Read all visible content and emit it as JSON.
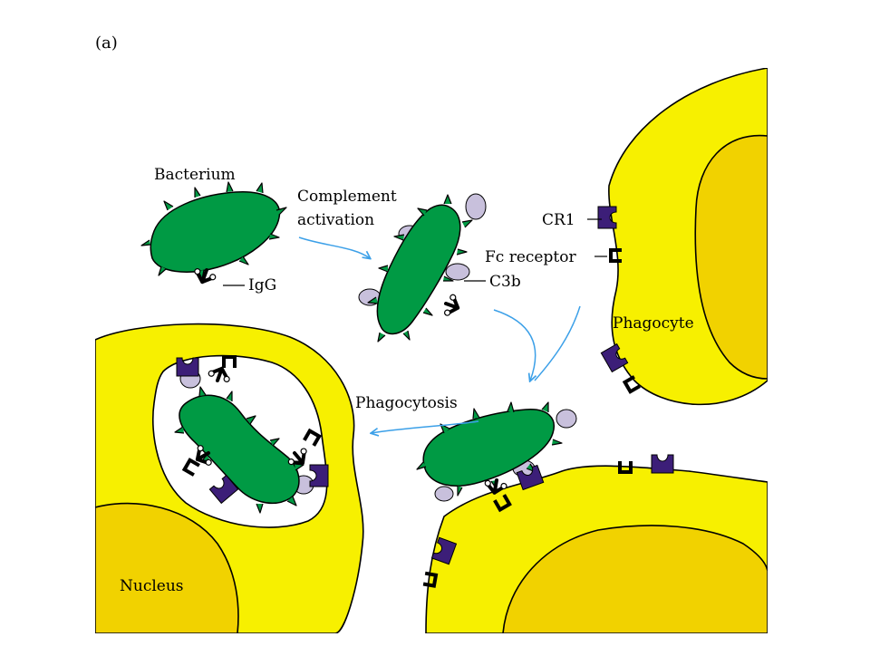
{
  "panel_label": "(a)",
  "labels": {
    "bacterium": "Bacterium",
    "complement_line1": "Complement",
    "complement_line2": "activation",
    "igg": "IgG",
    "c3b": "C3b",
    "cr1": "CR1",
    "fc_receptor": "Fc receptor",
    "phagocyte": "Phagocyte",
    "phagocytosis": "Phagocytosis",
    "nucleus": "Nucleus"
  },
  "colors": {
    "cell": "#f7f000",
    "nucleus": "#f1d200",
    "bacterium": "#009a44",
    "c3b": "#c8c0dc",
    "cr1": "#3c1e78",
    "arrow": "#3ca0e8"
  }
}
